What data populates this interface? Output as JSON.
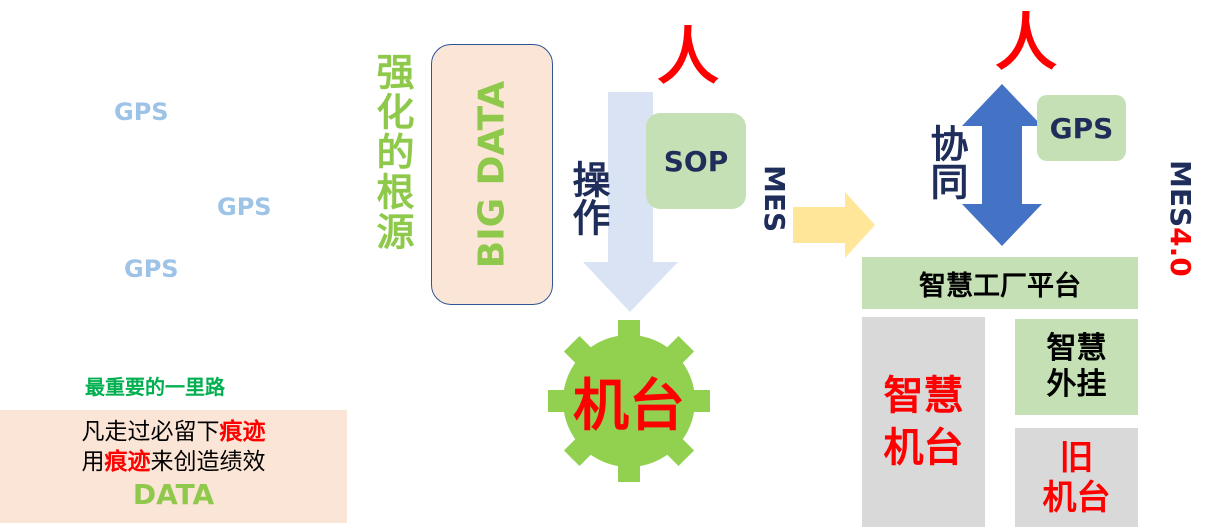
{
  "left": {
    "gps_labels": [
      "GPS",
      "GPS",
      "GPS"
    ],
    "subtitle": "最重要的一里路",
    "box": {
      "line1_prefix": "凡走过必留下",
      "line1_emph": "痕迹",
      "line2_prefix": "用",
      "line2_emph": "痕迹",
      "line2_suffix": "来创造绩效",
      "line3": "DATA"
    }
  },
  "middle": {
    "strengthen": "强化的根源",
    "big_data": "BIG DATA",
    "person": "人",
    "sop": "SOP",
    "operate": "操作",
    "machine": "机台",
    "mes": "MES"
  },
  "right": {
    "person": "人",
    "collab": "协同",
    "gps": "GPS",
    "mes_prefix": "MES",
    "mes_version": "4.0",
    "platform": "智慧工厂平台",
    "smart_machine_1": "智慧",
    "smart_machine_2": "机台",
    "plugin_1": "智慧",
    "plugin_2": "外挂",
    "old_1": "旧",
    "old_2": "机台"
  },
  "colors": {
    "green": "#8fc94b",
    "red": "#ff0000",
    "navy": "#1f2d5a",
    "gps_blue": "#9dc3e6",
    "box_bg": "#fbe5d6",
    "light_green_box": "#c5e0b4",
    "gray_box": "#d9d9d9",
    "arrow_blue": "#4472c4",
    "arrow_light": "#dae3f3",
    "arrow_yellow": "#ffe699"
  }
}
